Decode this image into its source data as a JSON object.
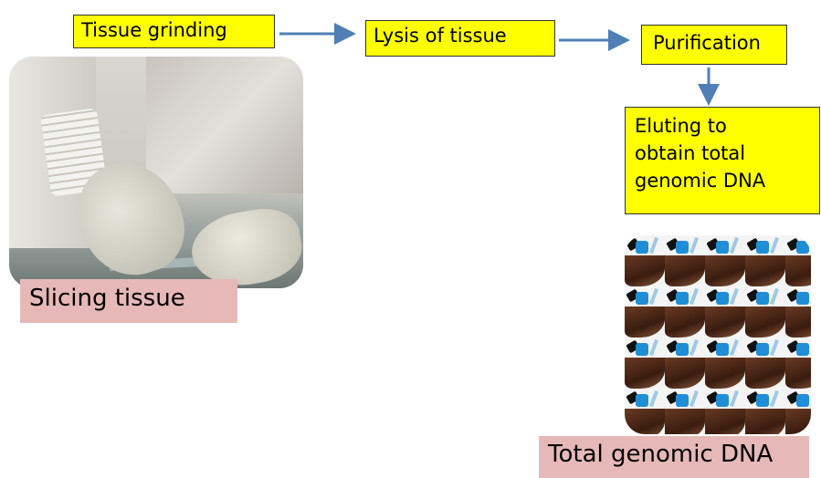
{
  "diagram": {
    "steps": {
      "tissue_grinding": "Tissue grinding",
      "lysis": "Lysis of tissue",
      "purification": "Purification",
      "eluting_line1": "Eluting to",
      "eluting_line2": "obtain total",
      "eluting_line3": "genomic DNA"
    },
    "captions": {
      "slicing": "Slicing tissue",
      "total_dna": "Total genomic DNA"
    },
    "colors": {
      "step_fill": "#ffff00",
      "caption_fill": "#e6b9b8",
      "arrow": "#4f7fb5"
    },
    "images": {
      "slicing_photo": "gloved-hands-slicing-tissue",
      "dna_image": "tiled-dna-extraction-image"
    }
  }
}
